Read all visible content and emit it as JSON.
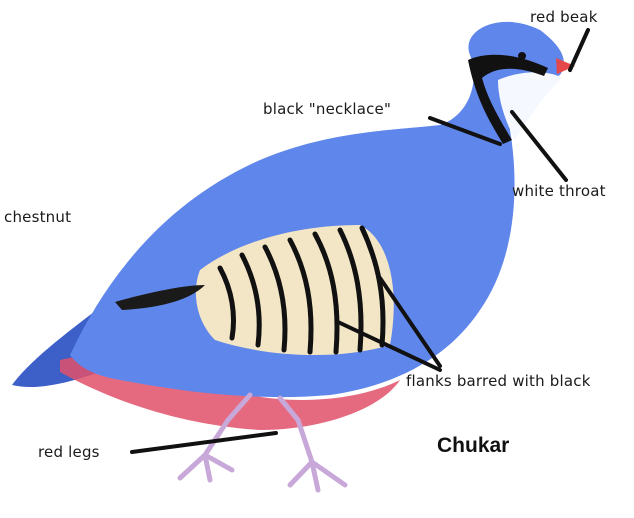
{
  "title": "Chukar",
  "labels": {
    "red_beak": "red beak",
    "black_necklace": "black \"necklace\"",
    "white_throat": "white throat",
    "chestnut": "chestnut",
    "flanks": "flanks barred with black",
    "red_legs": "red legs"
  },
  "colors": {
    "body_blue": "#5f86ea",
    "body_dark_blue": "#3d5fc8",
    "belly": "#f3e6c6",
    "chestnut_red": "#e0506a",
    "bars_black": "#111111",
    "beak_red": "#e54848",
    "legs_pink": "#c8a8d8"
  }
}
